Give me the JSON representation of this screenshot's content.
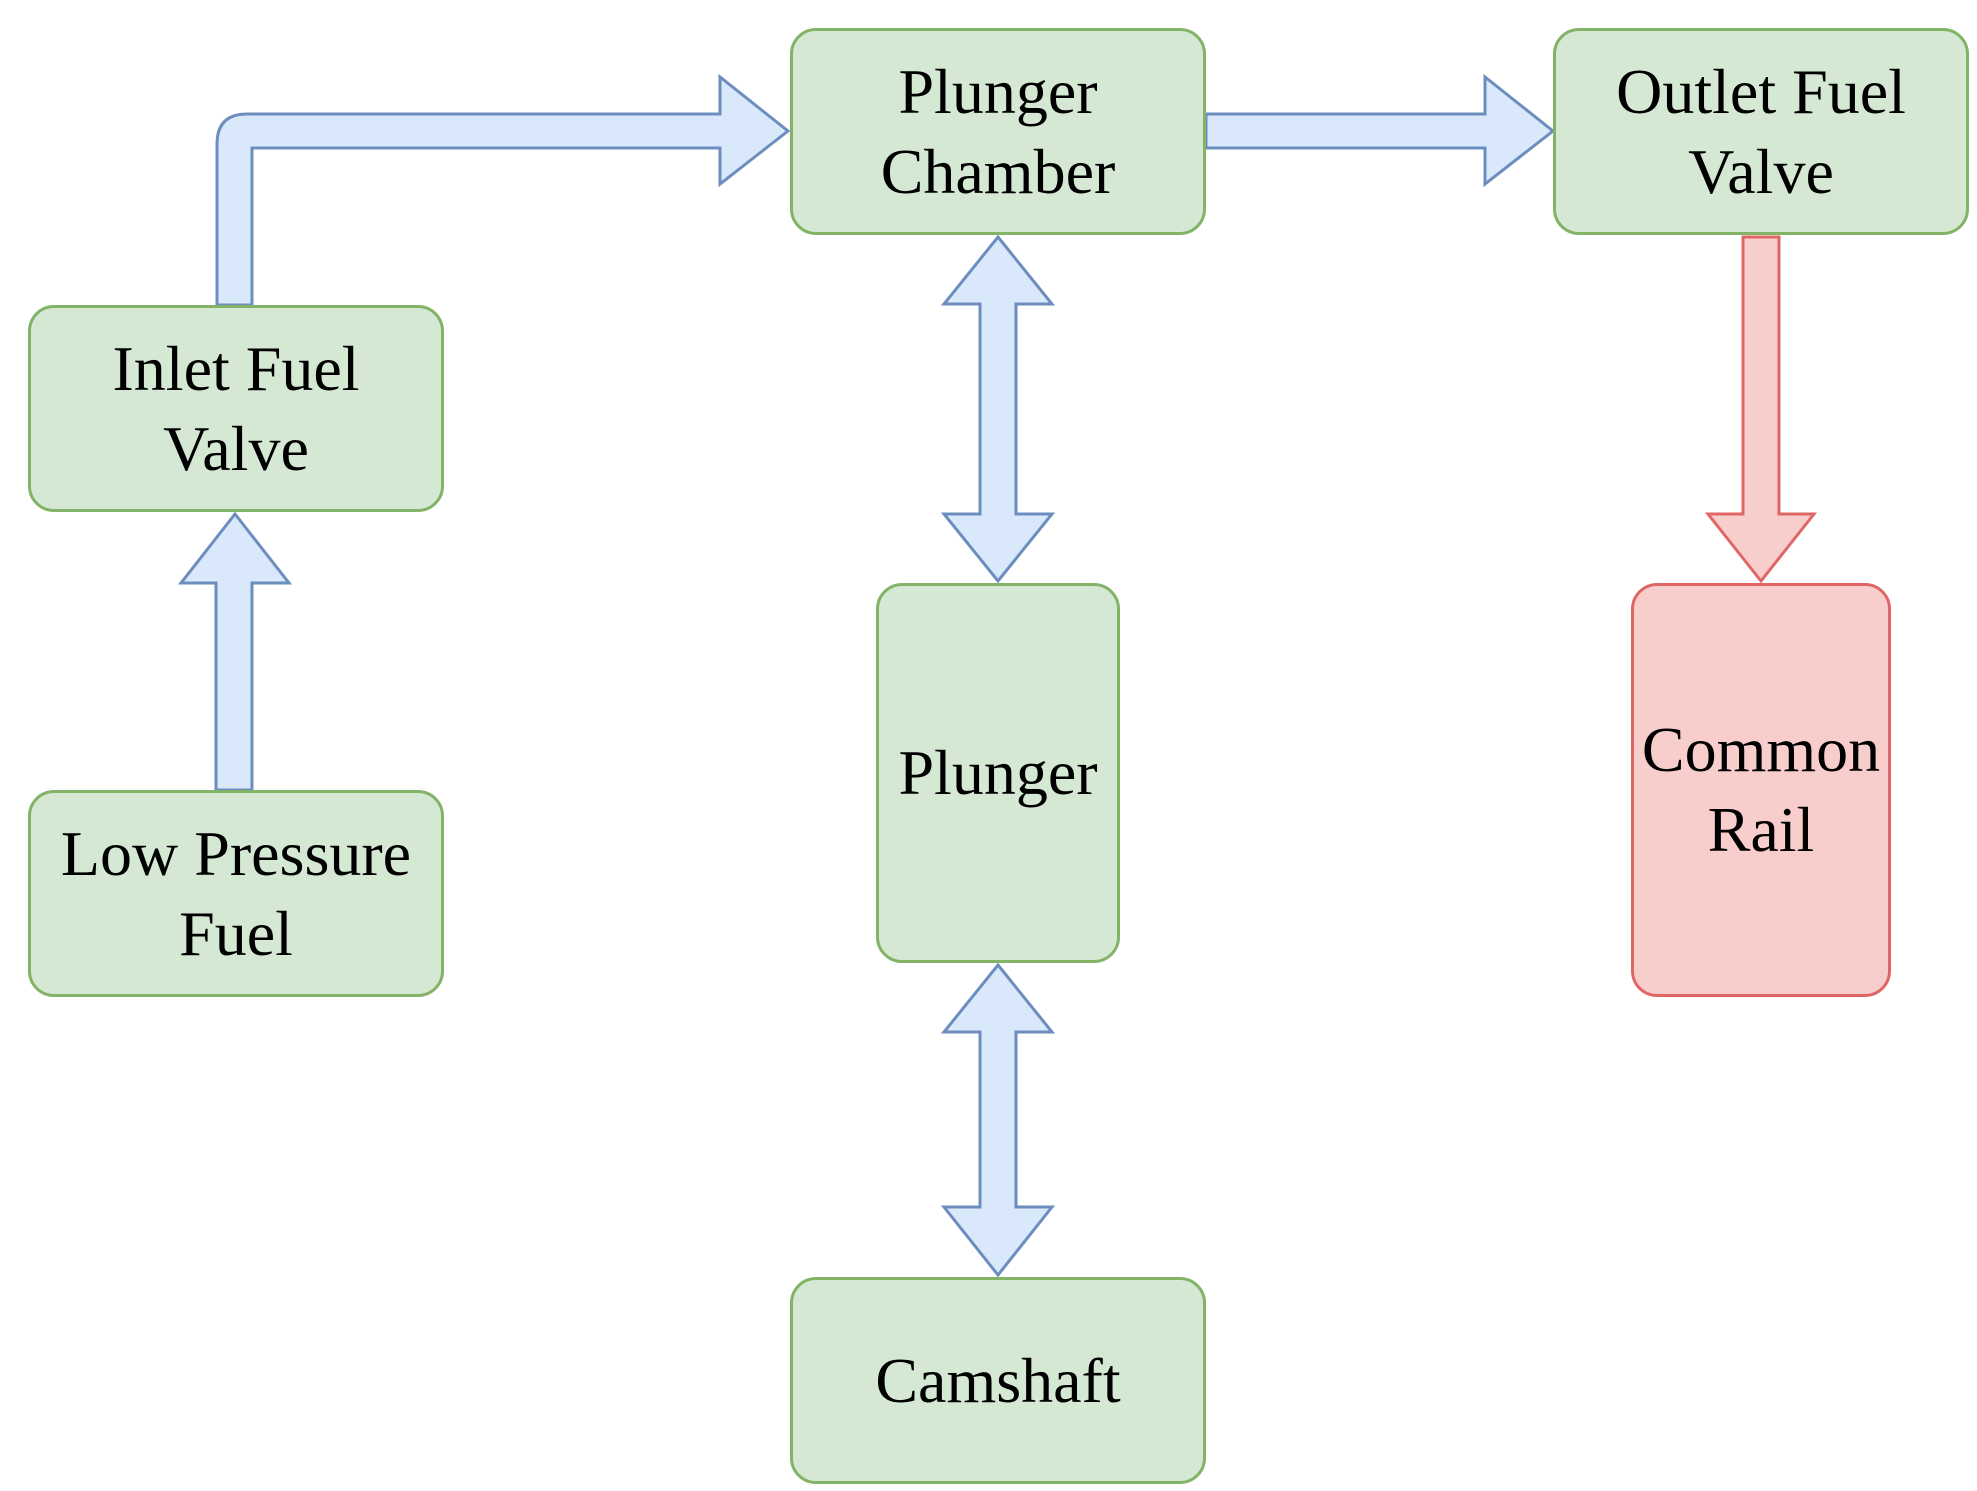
{
  "diagram": {
    "nodes": {
      "low_pressure_fuel": {
        "label": "Low Pressure\nFuel"
      },
      "inlet_fuel_valve": {
        "label": "Inlet Fuel\nValve"
      },
      "plunger_chamber": {
        "label": "Plunger\nChamber"
      },
      "outlet_fuel_valve": {
        "label": "Outlet Fuel\nValve"
      },
      "plunger": {
        "label": "Plunger"
      },
      "camshaft": {
        "label": "Camshaft"
      },
      "common_rail": {
        "label": "Common\nRail"
      }
    },
    "edges": [
      {
        "from": "low_pressure_fuel",
        "to": "inlet_fuel_valve",
        "direction": "one-way"
      },
      {
        "from": "inlet_fuel_valve",
        "to": "plunger_chamber",
        "direction": "one-way"
      },
      {
        "from": "plunger_chamber",
        "to": "outlet_fuel_valve",
        "direction": "one-way"
      },
      {
        "from": "plunger_chamber",
        "to": "plunger",
        "direction": "two-way"
      },
      {
        "from": "plunger",
        "to": "camshaft",
        "direction": "two-way"
      },
      {
        "from": "outlet_fuel_valve",
        "to": "common_rail",
        "direction": "one-way"
      }
    ],
    "colors": {
      "node_fill": "#d5e8d4",
      "node_border": "#82b366",
      "arrow_fill": "#dae8fc",
      "arrow_stroke": "#6c8ebf",
      "rail_fill": "#f8cecc",
      "rail_border": "#e06666"
    }
  }
}
